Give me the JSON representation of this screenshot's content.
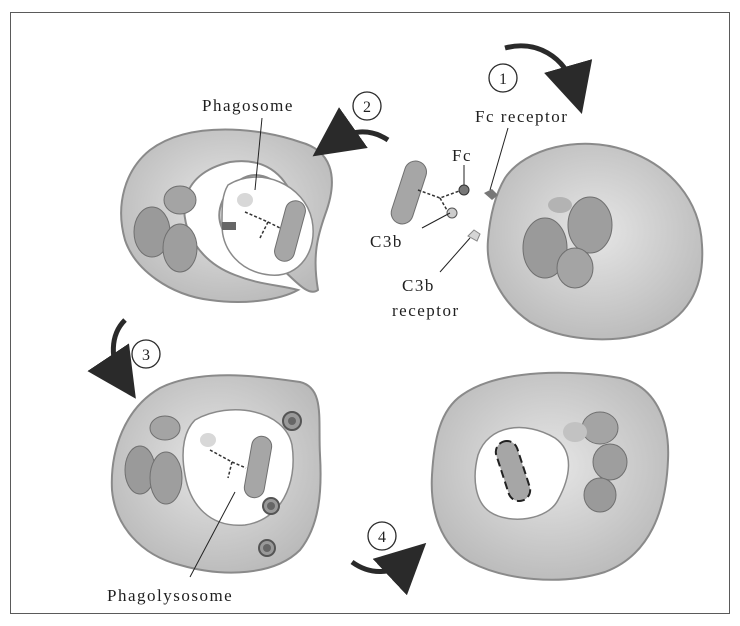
{
  "labels": {
    "phagosome": "Phagosome",
    "fc_receptor": "Fc receptor",
    "fc": "Fc",
    "c3b": "C3b",
    "c3b_receptor_line1": "C3b",
    "c3b_receptor_line2": "receptor",
    "phagolysosome": "Phagolysosome"
  },
  "steps": [
    "1",
    "2",
    "3",
    "4"
  ],
  "colors": {
    "cell_fill": "#cfcfcf",
    "cell_edge": "#8a8a8a",
    "nucleus": "#9a9a9a",
    "bacterium": "#a6a6a6",
    "arrow": "#2a2a2a",
    "text": "#1f1f1f"
  }
}
